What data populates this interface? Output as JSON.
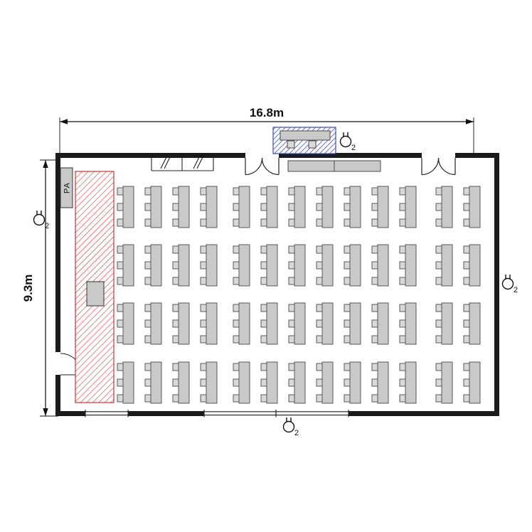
{
  "dimensions": {
    "width": "16.8m",
    "height": "9.3m"
  },
  "labels": {
    "pa": "PA"
  },
  "outlets": [
    {
      "position": "top",
      "label": "2"
    },
    {
      "position": "left",
      "label": "2"
    },
    {
      "position": "right",
      "label": "2"
    },
    {
      "position": "bottom",
      "label": "2"
    }
  ],
  "furniture": {
    "rows": 4,
    "columns": 13,
    "chairs_per_table": 3,
    "tables_total": 52,
    "seats_total": 156,
    "reception_chairs": 2
  },
  "areas": {
    "stage": "stage-platform",
    "reception": "reception-desk",
    "lectern": "lectern",
    "wall_counter": "side-counter"
  },
  "colors": {
    "wall": "#1a1a1a",
    "table_fill": "#c9c9c9",
    "table_stroke": "#4a4a4a",
    "chair_fill": "#d9d9d9",
    "chair_stroke": "#4a4a4a",
    "stage_hatch": "#cc3333",
    "reception_hatch": "#3a4ab8",
    "dimension": "#111111"
  }
}
